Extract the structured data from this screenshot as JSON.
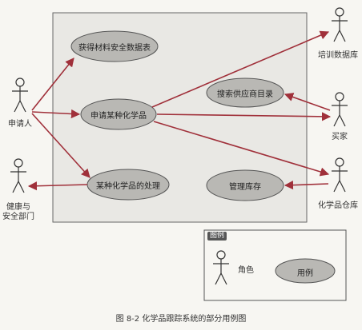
{
  "use_cases": {
    "get_sds": "获得材料安全数据表",
    "request_chemical": "申请某种化学品",
    "search_catalog": "搜索供应商目录",
    "dispose_chemical": "某种化学品的处理",
    "manage_inventory": "管理库存"
  },
  "actors": {
    "requester": "申请人",
    "training_db": "培训数据库",
    "buyer": "买家",
    "warehouse": "化学品仓库",
    "health_safety_line1": "健康与",
    "health_safety_line2": "安全部门"
  },
  "legend": {
    "title": "图例",
    "actor_label": "角色",
    "use_case_label": "用例"
  },
  "caption": "图 8-2   化学品跟踪系统的部分用例图",
  "colors": {
    "ellipse_fill": "#b9b8b4",
    "system_fill": "#e9e8e4"
  }
}
